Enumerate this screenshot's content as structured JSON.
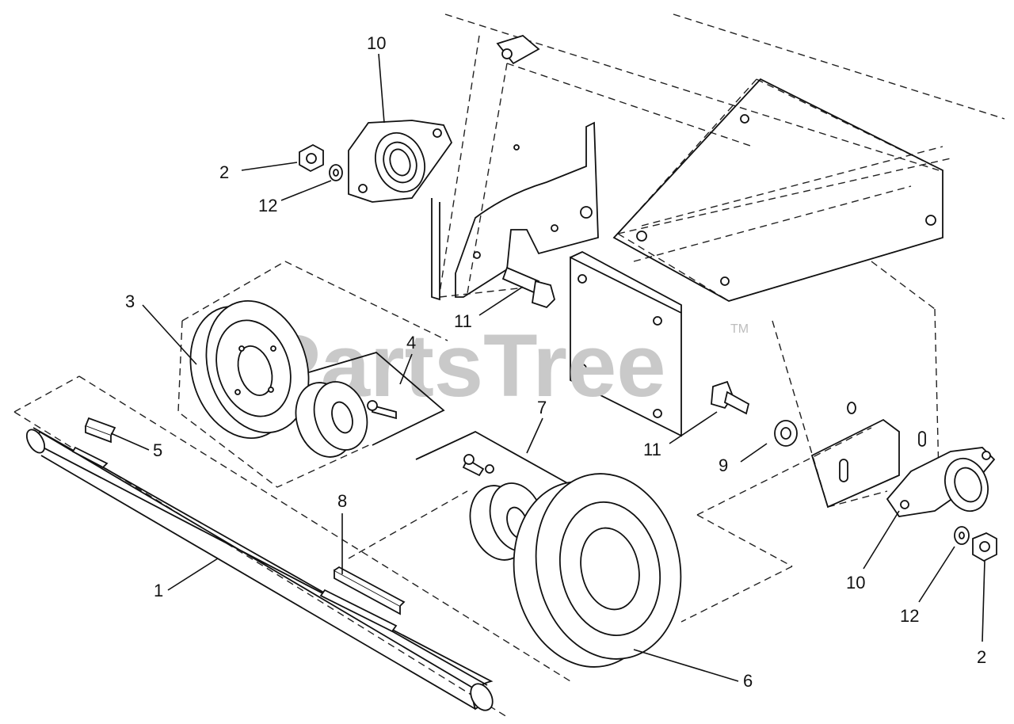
{
  "watermark": {
    "text": "PartsTree",
    "trademark": "TM"
  },
  "callouts": {
    "c1": "1",
    "c2a": "2",
    "c2b": "2",
    "c3": "3",
    "c4": "4",
    "c5": "5",
    "c6": "6",
    "c7": "7",
    "c8": "8",
    "c9": "9",
    "c10a": "10",
    "c10b": "10",
    "c11a": "11",
    "c11b": "11",
    "c12a": "12",
    "c12b": "12"
  }
}
